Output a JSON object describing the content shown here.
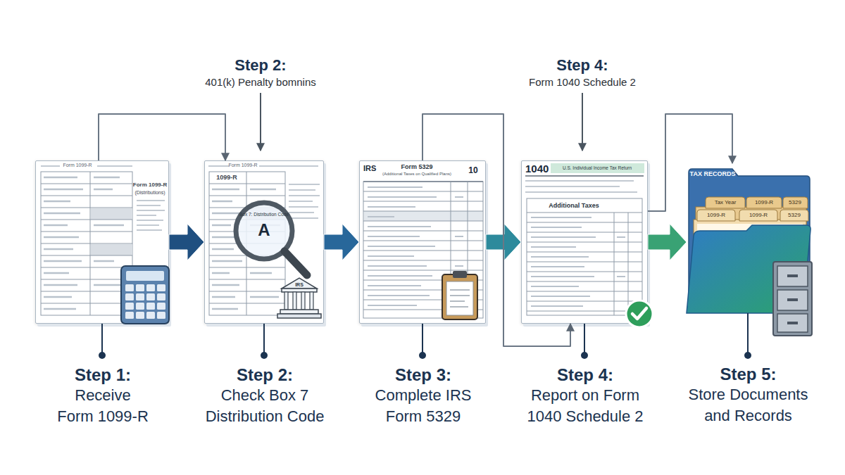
{
  "diagram": {
    "nodes": [
      {
        "text": [
          "Step 1:",
          "Receive Form 1099-R"
        ]
      },
      {
        "text": [
          "Step 2:",
          "Check Box 7 Distribution Code"
        ]
      },
      {
        "text": [
          "Step 3:",
          "Complete IRS Form 5329"
        ]
      },
      {
        "text": [
          "Step 4:",
          "Report on Form 1040 Schedule 2"
        ]
      },
      {
        "text": [
          "Step 5:",
          "Store Documents and Records"
        ]
      }
    ],
    "edges": [
      {
        "from": 0,
        "to": 1,
        "arrow": "to"
      },
      {
        "from": 1,
        "to": 2,
        "arrow": "to"
      },
      {
        "from": 2,
        "to": 3,
        "arrow": "to"
      },
      {
        "from": 3,
        "to": 4,
        "arrow": "to"
      },
      {
        "from": 0,
        "to": 1,
        "arrow": "to"
      },
      {
        "from": 2,
        "to": 3,
        "arrow": "to"
      },
      {
        "from": 3,
        "to": 4,
        "arrow": "to"
      }
    ],
    "labels": [
      "Step 2:",
      "401(k) Penalty bomnins",
      "Step 4:",
      "Form 1040 Schedule 2",
      "Form 1099-R",
      "Form 1099-R",
      "(Distributions)",
      "Form 1099-R",
      "1099-R",
      "Box 7: Distribution Code",
      "A",
      "IRS",
      "IRS",
      "Form 5329",
      "(Additional Taxes on Qualified Plans)",
      "10",
      "1040",
      "U.S. Individual Income Tax Return",
      "Additional Taxes",
      "TAX RECORDS",
      "Tax Year",
      "1099-R",
      "5329",
      "1099-R",
      "1099-R",
      "5329"
    ]
  }
}
